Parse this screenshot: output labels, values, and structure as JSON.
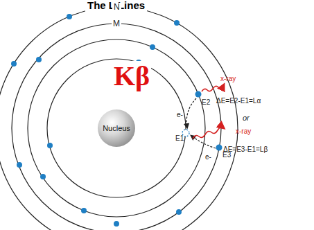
{
  "diagram": {
    "title": "The L Lines",
    "nodes": [
      {
        "text": [
          "Nucleus"
        ]
      }
    ],
    "labels": [
      "N",
      "M",
      "Kβ",
      "x-ray",
      "ΔE=E2-E1=Lα",
      "or",
      "x-ray",
      "ΔE=E3-E1=Lβ",
      "E2",
      "E1",
      "E3",
      "e-",
      "e-"
    ]
  }
}
